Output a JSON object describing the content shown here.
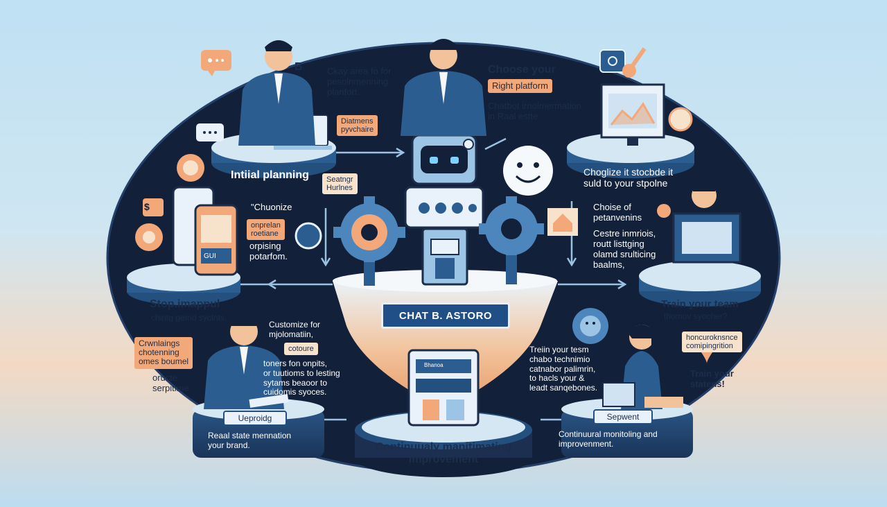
{
  "colors": {
    "navy": "#13203a",
    "blue": "#2b5d91",
    "orange": "#f2a878",
    "light_blue": "#cfe3f2"
  },
  "top_left": {
    "note": "Ckay area fo for\npesolnmenning\nplanfort.",
    "tag": "Diatmens\npyvchaire",
    "label": "Intiial planning",
    "badge": "B"
  },
  "top_center": {
    "title": "Choose your",
    "highlight": "Right platform",
    "subtitle": "Chatbot irnolmermation\nin Raal estte"
  },
  "center": {
    "tag": "Seatngr\nHurlnes",
    "emblem": "CHAT B. ASTORO"
  },
  "left_mid": {
    "note1": "\"Chuonize",
    "tag": "onprelan\nroetiane",
    "note2": "orpising\npotarfom.",
    "screen": "GUI",
    "coin": "$"
  },
  "right_top": {
    "title": "Choglize it stocbde it\nsuld to your stpolne"
  },
  "right_mid": {
    "note1": "Choise of\npetanvenins",
    "note2": "Cestre inmriois,\nroutt listtging\nolamd srulticing\nbaalms,"
  },
  "left_low": {
    "title": "Stop.imappul",
    "subtitle": "chintg gemd syctnts.",
    "tag": "Crwnlaings\nchotenning\nomes boumel",
    "note": "oructe\nserpitime"
  },
  "center_low": {
    "note1": "Customize for\nmjolomatiin,",
    "tag": "cotoure",
    "note2": "toners fon onpits,\nor tuutioms to lesting\nsytams beaoor to\ncuidomis syoces.",
    "note3": "Treiin your tesm\nchabo technimio\ncatnabor palimrin,\nto hacls your &\nleadt sanqebones.",
    "machine_label": "Bhanoa"
  },
  "right_low": {
    "title": "Train your team",
    "subtitle": "thomov syocher?",
    "tag": "honcuroknsnce\ncomipingrition",
    "title2": "Train your\nstatens!"
  },
  "bottom": {
    "left_pill": "Ueproidg",
    "left_note": "Reaal state mennation\nyour brand.",
    "center_title": "Continuualy manitimating\nimprovement",
    "right_pill": "Sepwent",
    "right_note": "Continuural monitoling and\nimprovenment."
  }
}
